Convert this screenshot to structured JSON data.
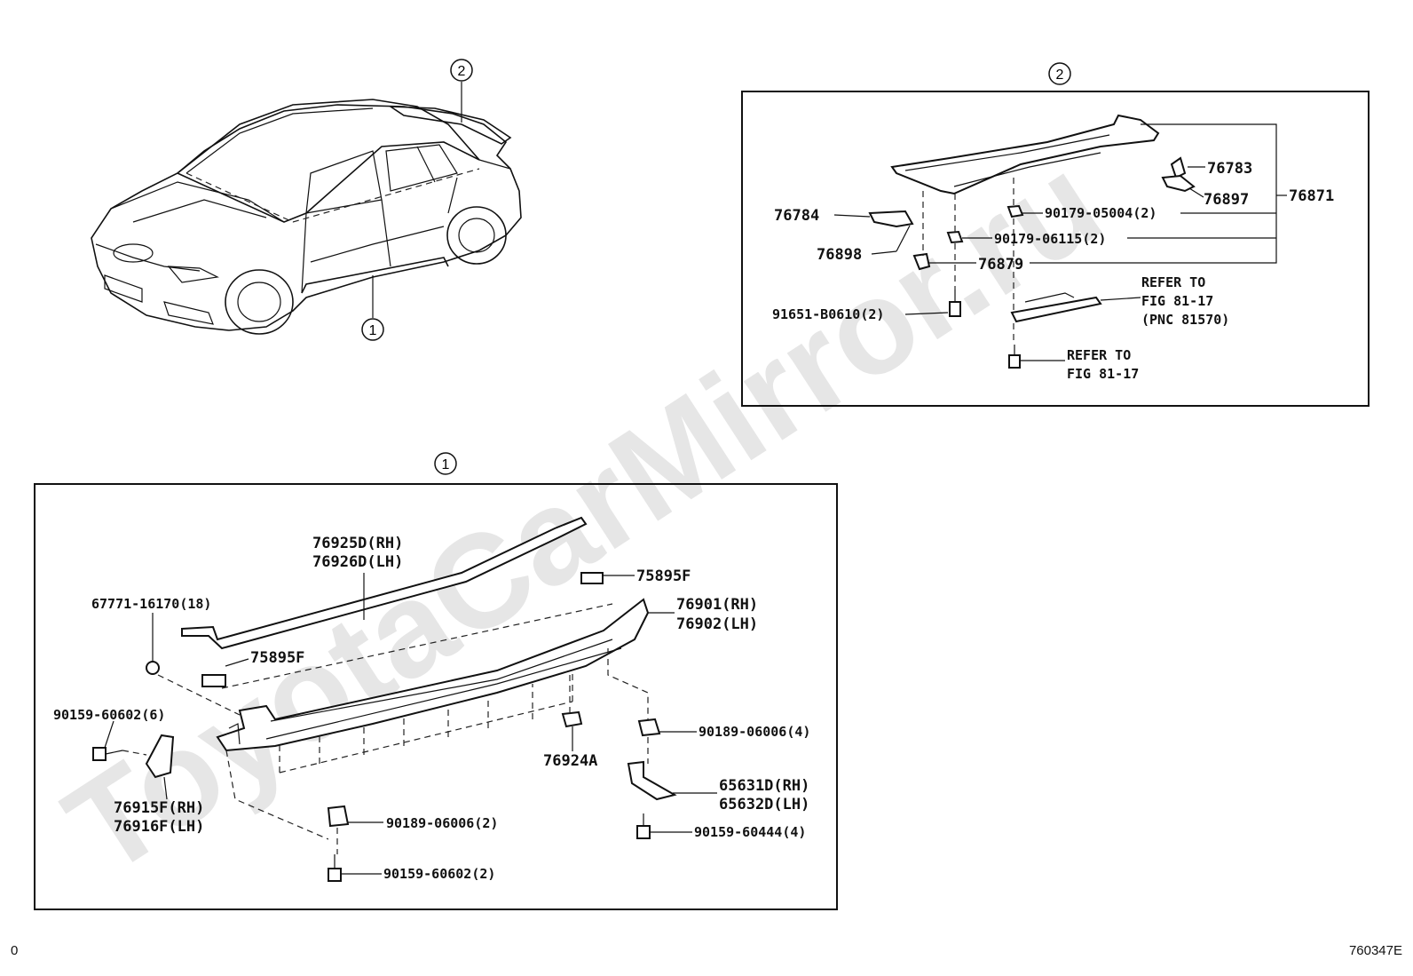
{
  "watermark": "ToyotaCarMirror.ru",
  "footer": {
    "left": "0",
    "right": "760347E"
  },
  "callouts": {
    "spoiler_ref": "2",
    "rocker_ref": "1"
  },
  "spoiler_panel": {
    "labels": {
      "p76783": "76783",
      "p76897": "76897",
      "p76871": "76871",
      "p76784": "76784",
      "p76898": "76898",
      "p90179_05004": "90179-05004(2)",
      "p90179_06115": "90179-06115(2)",
      "p76879": "76879",
      "p91651": "91651-B0610(2)",
      "refer1_a": "REFER TO",
      "refer1_b": "FIG 81-17",
      "refer1_c": "(PNC 81570)",
      "refer2_a": "REFER TO",
      "refer2_b": "FIG 81-17"
    }
  },
  "rocker_panel": {
    "labels": {
      "p76925d": "76925D(RH)",
      "p76926d": "76926D(LH)",
      "p75895f_a": "75895F",
      "p75895f_b": "75895F",
      "p67771": "67771-16170(18)",
      "p76901": "76901(RH)",
      "p76902": "76902(LH)",
      "p90159_60602_6": "90159-60602(6)",
      "p76924a": "76924A",
      "p90189_06006_4": "90189-06006(4)",
      "p76915f": "76915F(RH)",
      "p76916f": "76916F(LH)",
      "p65631d": "65631D(RH)",
      "p65632d": "65632D(LH)",
      "p90189_06006_2": "90189-06006(2)",
      "p90159_60444": "90159-60444(4)",
      "p90159_60602_2": "90159-60602(2)"
    }
  }
}
